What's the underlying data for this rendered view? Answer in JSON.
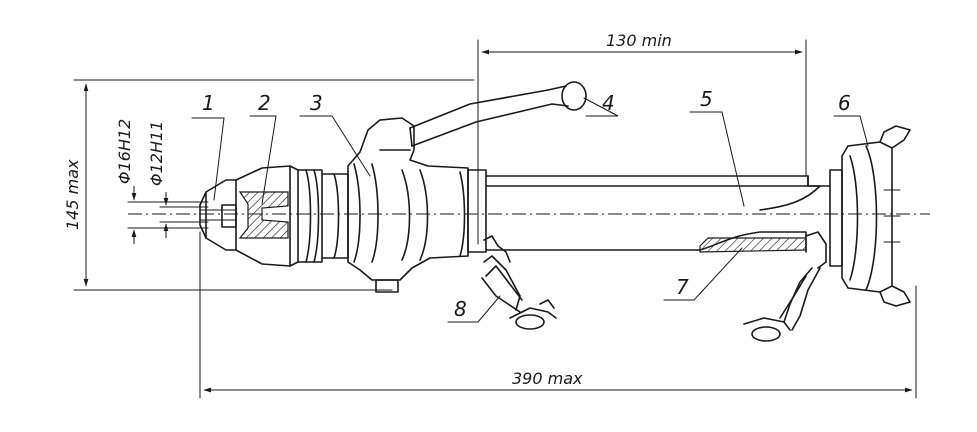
{
  "dimensions": {
    "length_overall": "390 max",
    "extension": "130 min",
    "height": "145 max",
    "bore_outer": "Φ16H12",
    "bore_inner": "Φ12H11"
  },
  "callouts": [
    "1",
    "2",
    "3",
    "4",
    "5",
    "6",
    "7",
    "8"
  ]
}
